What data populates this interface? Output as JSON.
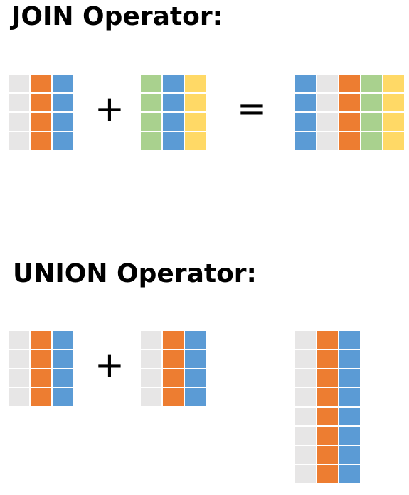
{
  "join": {
    "title": "JOIN Operator:",
    "plus": "+",
    "equals": "=",
    "left_table": {
      "rows": 4,
      "columns": [
        "gray",
        "orange",
        "blue"
      ]
    },
    "right_table": {
      "rows": 4,
      "columns": [
        "green",
        "blue",
        "yellow"
      ]
    },
    "result_table": {
      "rows": 4,
      "columns": [
        "blue",
        "gray",
        "orange",
        "green",
        "yellow"
      ]
    }
  },
  "union": {
    "title": "UNION Operator:",
    "plus": "+",
    "left_table": {
      "rows": 4,
      "columns": [
        "gray",
        "orange",
        "blue"
      ]
    },
    "right_table": {
      "rows": 4,
      "columns": [
        "gray",
        "orange",
        "blue"
      ]
    },
    "result_table": {
      "rows": 8,
      "columns": [
        "gray",
        "orange",
        "blue"
      ]
    }
  },
  "colors": {
    "gray": "#e7e6e6",
    "orange": "#ed7d31",
    "blue": "#5b9bd5",
    "green": "#a9d18e",
    "yellow": "#ffd966"
  }
}
